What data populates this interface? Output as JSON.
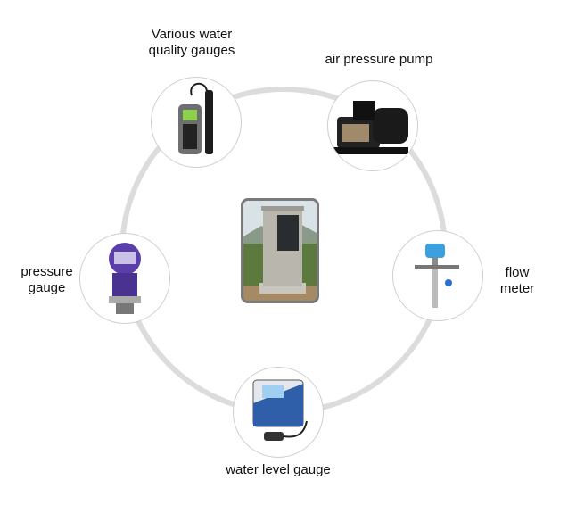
{
  "title": "Monitoring station components",
  "center": {
    "name": "monitoring-cabinet"
  },
  "nodes": [
    {
      "id": "water-quality",
      "label_line1": "Various water",
      "label_line2": "quality gauges"
    },
    {
      "id": "air-pump",
      "label_line1": "air pressure pump"
    },
    {
      "id": "flow-meter",
      "label_line1": "flow",
      "label_line2": "meter"
    },
    {
      "id": "water-level",
      "label_line1": "water level gauge"
    },
    {
      "id": "pressure",
      "label_line1": "pressure",
      "label_line2": "gauge"
    }
  ],
  "colors": {
    "ring": "#dcdcdc",
    "node_border": "#cfcfcf",
    "photo_border": "#7a7a7a"
  }
}
